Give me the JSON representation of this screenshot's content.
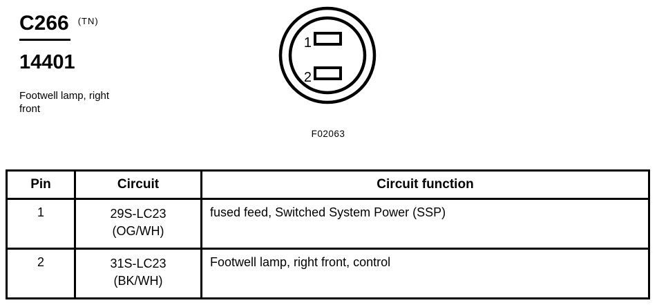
{
  "header": {
    "connector_id": "C266",
    "connector_suffix": "(TN)",
    "part_number": "14401",
    "description": "Footwell lamp, right front"
  },
  "diagram": {
    "pin_labels": [
      "1",
      "2"
    ],
    "figure_label": "F02063"
  },
  "table": {
    "headers": {
      "pin": "Pin",
      "circuit": "Circuit",
      "function": "Circuit function"
    },
    "rows": [
      {
        "pin": "1",
        "circuit": "29S-LC23",
        "wire_colors": "(OG/WH)",
        "function": "fused feed, Switched System Power (SSP)"
      },
      {
        "pin": "2",
        "circuit": "31S-LC23",
        "wire_colors": "(BK/WH)",
        "function": "Footwell lamp, right front, control"
      }
    ]
  },
  "colors": {
    "text": "#000000",
    "background": "#ffffff",
    "table_border": "#000000"
  }
}
